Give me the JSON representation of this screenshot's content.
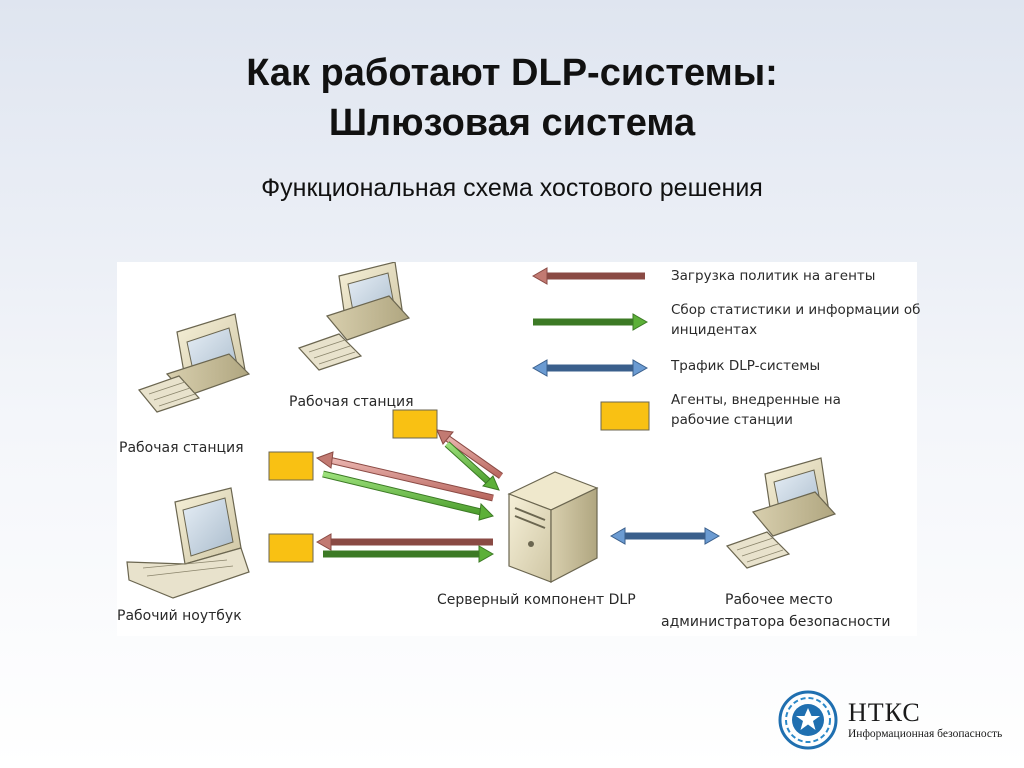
{
  "slide": {
    "title_line1": "Как работают DLP-системы:",
    "title_line2": "Шлюзовая система",
    "subtitle": "Функциональная схема хостового решения"
  },
  "diagram": {
    "nodes": {
      "workstation_left": "Рабочая станция",
      "workstation_top": "Рабочая станция",
      "laptop": "Рабочий ноутбук",
      "server": "Серверный компонент DLP",
      "admin_line1": "Рабочее место",
      "admin_line2": "администратора безопасности"
    },
    "legend": [
      {
        "text": "Загрузка политик на агенты",
        "color": "#d4908a"
      },
      {
        "text": "Сбор статистики и информации об инцидентах",
        "color": "#6cc24a"
      },
      {
        "text": "Трафик DLP-системы",
        "color": "#6b9bd2"
      },
      {
        "text": "Агенты, внедренные на рабочие станции",
        "color": "#f9c113"
      }
    ]
  },
  "logo": {
    "name": "НТКС",
    "tagline": "Информационная безопасность"
  }
}
